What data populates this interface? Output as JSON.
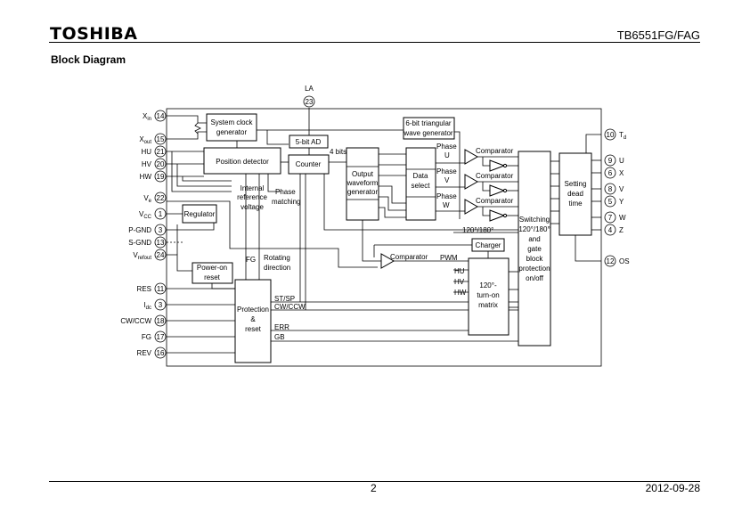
{
  "header": {
    "logo": "TOSHIBA",
    "part_number": "TB6551FG/FAG"
  },
  "section_title": "Block Diagram",
  "footer": {
    "page": "2",
    "date": "2012-09-28"
  },
  "pins_left": [
    {
      "label": "X",
      "sub": "in",
      "num": "14"
    },
    {
      "label": "X",
      "sub": "out",
      "num": "15"
    },
    {
      "label": "HU",
      "sub": "",
      "num": "21"
    },
    {
      "label": "HV",
      "sub": "",
      "num": "20"
    },
    {
      "label": "HW",
      "sub": "",
      "num": "19"
    },
    {
      "label": "V",
      "sub": "e",
      "num": "22"
    },
    {
      "label": "V",
      "sub": "CC",
      "num": "1"
    },
    {
      "label": "P-GND",
      "sub": "",
      "num": "3"
    },
    {
      "label": "S-GND",
      "sub": "",
      "num": "13"
    },
    {
      "label": "V",
      "sub": "refout",
      "num": "24"
    },
    {
      "label": "RES",
      "sub": "",
      "num": "11"
    },
    {
      "label": "I",
      "sub": "dc",
      "num": "3"
    },
    {
      "label": "CW/CCW",
      "sub": "",
      "num": "18"
    },
    {
      "label": "FG",
      "sub": "",
      "num": "17"
    },
    {
      "label": "REV",
      "sub": "",
      "num": "16"
    }
  ],
  "pins_right": [
    {
      "label": "T",
      "sub": "d",
      "num": "10"
    },
    {
      "label": "U",
      "sub": "",
      "num": "9"
    },
    {
      "label": "X",
      "sub": "",
      "num": "6"
    },
    {
      "label": "V",
      "sub": "",
      "num": "8"
    },
    {
      "label": "Y",
      "sub": "",
      "num": "5"
    },
    {
      "label": "W",
      "sub": "",
      "num": "7"
    },
    {
      "label": "Z",
      "sub": "",
      "num": "4"
    },
    {
      "label": "OS",
      "sub": "",
      "num": "12"
    }
  ],
  "pin_top": {
    "label": "LA",
    "num": "23"
  },
  "blocks": {
    "sys_clock": [
      "System clock",
      "generator"
    ],
    "triangular": [
      "6-bit triangular",
      "wave generator"
    ],
    "ad5": [
      "5-bit AD"
    ],
    "position_detector": [
      "Position detector"
    ],
    "counter": [
      "Counter"
    ],
    "output_waveform": [
      "Output",
      "waveform",
      "generator"
    ],
    "data_select": [
      "Data",
      "select"
    ],
    "regulator": [
      "Regulator"
    ],
    "power_on_reset": [
      "Power-on",
      "reset"
    ],
    "protection": [
      "Protection",
      "&",
      "reset"
    ],
    "charger": [
      "Charger"
    ],
    "turn_on_matrix": [
      "120°-",
      "turn-on",
      "matrix"
    ],
    "switching": [
      "Switching",
      "120°/180°",
      "and",
      "gate",
      "block",
      "protection",
      "on/off"
    ],
    "dead_time": [
      "Setting",
      "dead",
      "time"
    ]
  },
  "labels": {
    "four_bits": "4 bits",
    "internal_ref": [
      "Internal",
      "reference",
      "voltage"
    ],
    "phase_matching": [
      "Phase",
      "matching"
    ],
    "fg": "FG",
    "rotating_direction": [
      "Rotating",
      "direction"
    ],
    "st_sp": "ST/SP",
    "cw_ccw": "CW/CCW",
    "err": "ERR",
    "gb": "GB",
    "phase_u": [
      "Phase",
      "U"
    ],
    "phase_v": [
      "Phase",
      "V"
    ],
    "phase_w": [
      "Phase",
      "W"
    ],
    "comparator": "Comparator",
    "angle_select": "120°/180°",
    "pwm": "PWM",
    "hu": "HU",
    "hv": "HV",
    "hw": "HW"
  }
}
